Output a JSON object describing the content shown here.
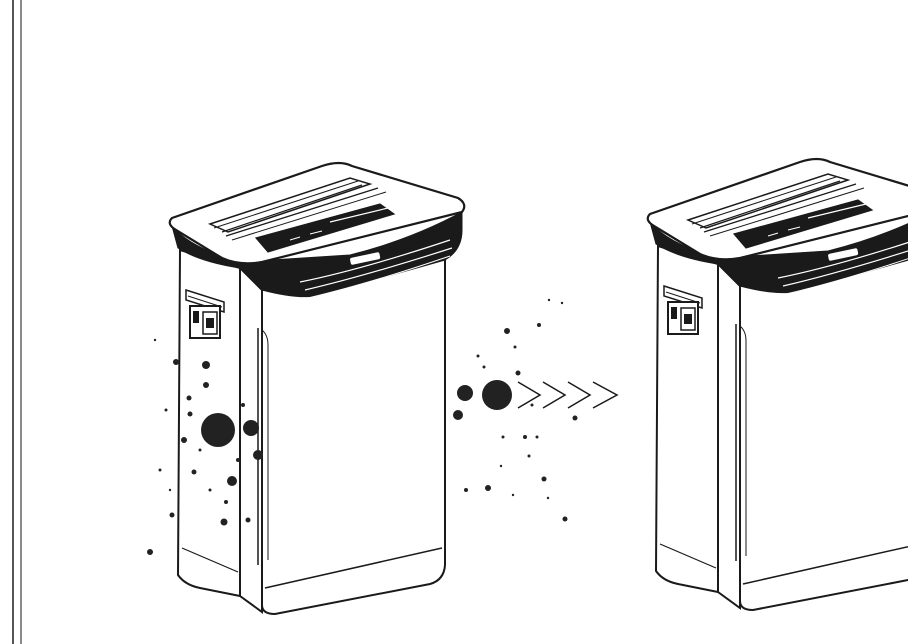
{
  "illustration": {
    "units": [
      {
        "state": "with-particles",
        "icon": "air-purifier-icon"
      },
      {
        "state": "clean",
        "icon": "air-purifier-icon"
      }
    ],
    "flow_arrow_count": 4,
    "colors": {
      "outline": "#1a1a1a",
      "particle": "#222222",
      "background": "#ffffff",
      "frame": "#555555"
    }
  }
}
